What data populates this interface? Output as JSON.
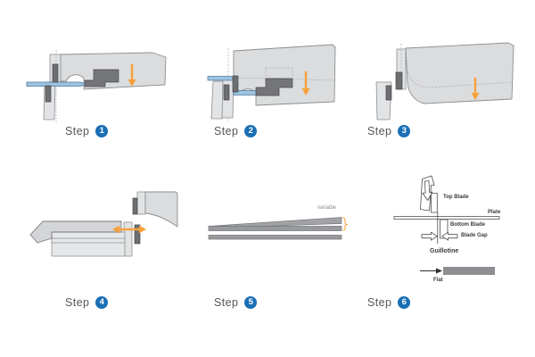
{
  "steps": [
    {
      "label": "Step",
      "number": "1"
    },
    {
      "label": "Step",
      "number": "2"
    },
    {
      "label": "Step",
      "number": "3"
    },
    {
      "label": "Step",
      "number": "4"
    },
    {
      "label": "Step",
      "number": "5"
    },
    {
      "label": "Step",
      "number": "6"
    }
  ],
  "step5_annotation": {
    "variable_label": "variable"
  },
  "step6_labels": {
    "top_blade": "Top Blade",
    "plate": "Plate",
    "bottom_blade": "Bottom Blade",
    "blade_gap": "Blade Gap",
    "guillotine": "Guillotine",
    "flat": "Flat"
  },
  "colors": {
    "step_badge_blue": "#1a6fb5",
    "arrow_orange": "#f6a13c",
    "sheet_blue": "#9dc3de",
    "machine_light_gray": "#dbdcdd",
    "blade_dark_gray": "#6d6e71",
    "label_gray": "#55565a"
  }
}
